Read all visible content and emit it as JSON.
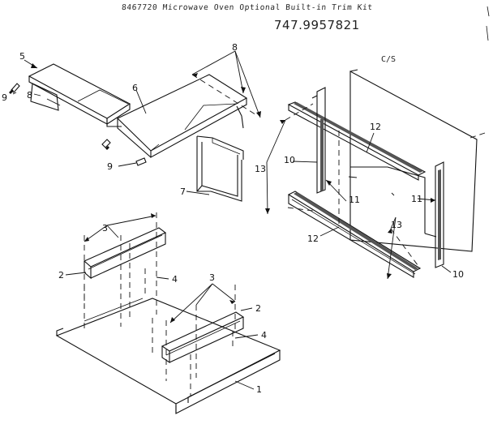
{
  "header": {
    "title": "8467720 Microwave Oven Optional Built-in Trim Kit",
    "model_number": "747.9957821",
    "section_label": "C/S"
  },
  "callouts": {
    "c1": "1",
    "c2a": "2",
    "c2b": "2",
    "c3a": "3",
    "c3b": "3",
    "c4a": "4",
    "c4b": "4",
    "c5": "5",
    "c6": "6",
    "c7": "7",
    "c8a": "8",
    "c8b": "8",
    "c9a": "9",
    "c9b": "9",
    "c10a": "10",
    "c10b": "10",
    "c11a": "11",
    "c11b": "11",
    "c12a": "12",
    "c12b": "12",
    "c13a": "13",
    "c13b": "13"
  }
}
